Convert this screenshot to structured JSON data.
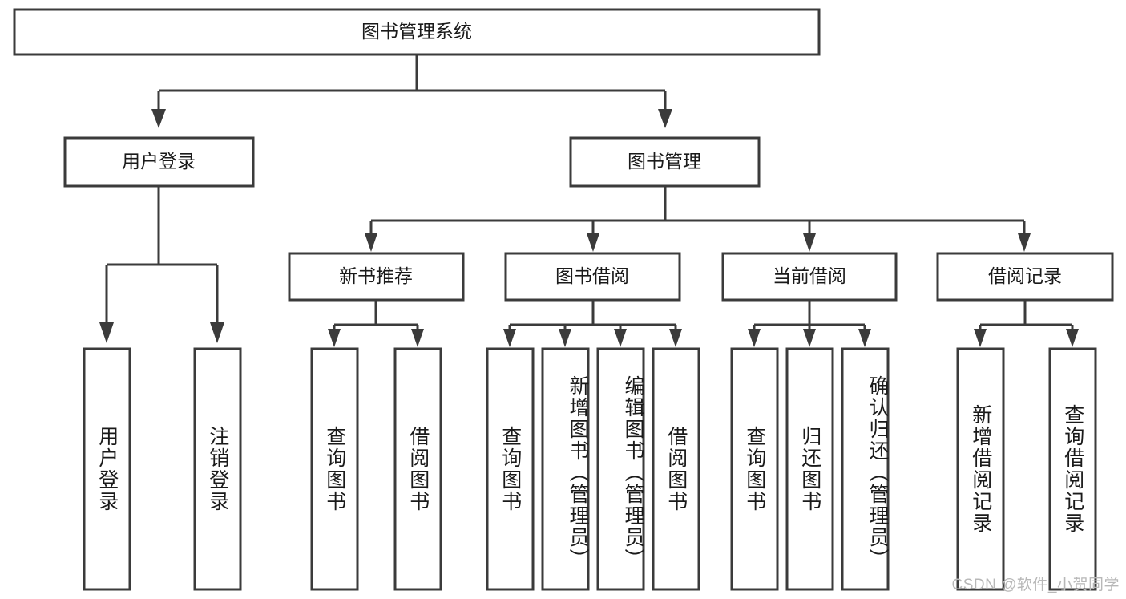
{
  "diagram": {
    "title": "图书管理系统",
    "type": "tree-hierarchy-chart",
    "root": {
      "label": "图书管理系统"
    },
    "level2": [
      {
        "label": "用户登录"
      },
      {
        "label": "图书管理"
      }
    ],
    "level3": [
      {
        "label": "新书推荐"
      },
      {
        "label": "图书借阅"
      },
      {
        "label": "当前借阅"
      },
      {
        "label": "借阅记录"
      }
    ],
    "leaves": {
      "user_login": [
        {
          "label": "用户登录"
        },
        {
          "label": "注销登录"
        }
      ],
      "new_book_recommend": [
        {
          "label": "查询图书"
        },
        {
          "label": "借阅图书"
        }
      ],
      "book_borrow": [
        {
          "label": "查询图书"
        },
        {
          "label": "新增图书（管理员）"
        },
        {
          "label": "编辑图书（管理员）"
        },
        {
          "label": "借阅图书"
        }
      ],
      "current_borrow": [
        {
          "label": "查询图书"
        },
        {
          "label": "归还图书"
        },
        {
          "label": "确认归还（管理员）"
        }
      ],
      "borrow_record": [
        {
          "label": "新增借阅记录"
        },
        {
          "label": "查询借阅记录"
        }
      ]
    }
  },
  "watermark": {
    "text": "CSDN @软件_小贺同学"
  },
  "colors": {
    "box_stroke": "#3b3b3b",
    "box_fill": "#ffffff",
    "text": "#1a1a1a",
    "background": "#ffffff",
    "watermark": "#b8b8b8"
  }
}
